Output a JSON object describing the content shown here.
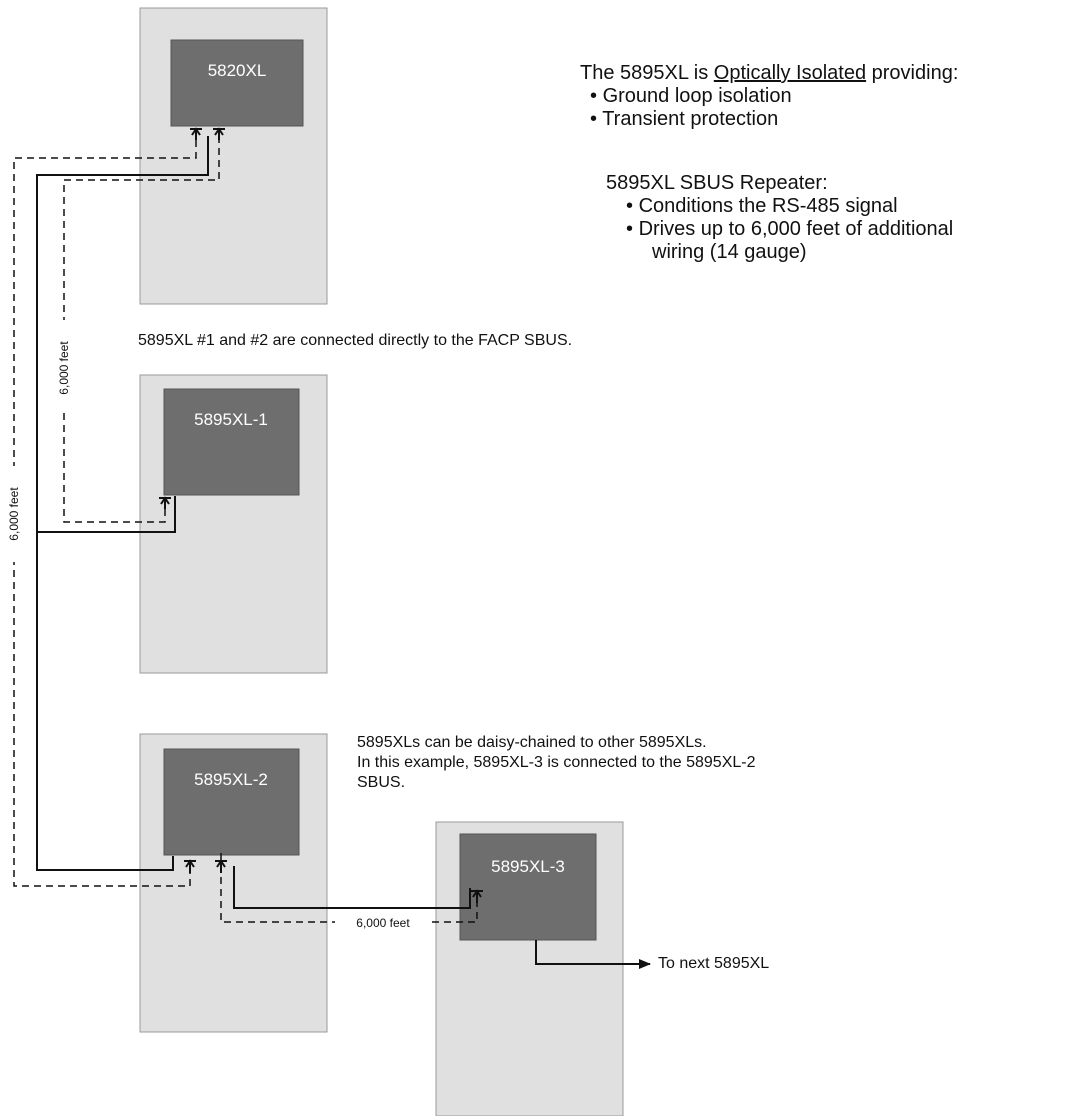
{
  "modules": {
    "panel_5820": "5820XL",
    "xl1": "5895XL-1",
    "xl2": "5895XL-2",
    "xl3": "5895XL-3"
  },
  "distances": {
    "inner_vertical": "6,000 feet",
    "outer_vertical": "6,000 feet",
    "horizontal": "6,000 feet"
  },
  "isolation_note": {
    "lead_before": "The 5895XL is ",
    "lead_underlined": "Optically Isolated",
    "lead_after": " providing:",
    "bullets": [
      "Ground loop isolation",
      "Transient protection"
    ]
  },
  "repeater_note": {
    "title": "5895XL SBUS Repeater:",
    "bullets": [
      "Conditions the RS-485 signal",
      "Drives up to 6,000 feet of additional"
    ],
    "continuation": "wiring (14 gauge)"
  },
  "direct_note": "5895XL #1 and #2 are connected directly to the FACP SBUS.",
  "daisy_note": {
    "line1": "5895XLs can be daisy-chained to other 5895XLs.",
    "line2": "In this example, 5895XL-3 is connected to the 5895XL-2",
    "line3": "SBUS."
  },
  "next_label": "To next 5895XL"
}
